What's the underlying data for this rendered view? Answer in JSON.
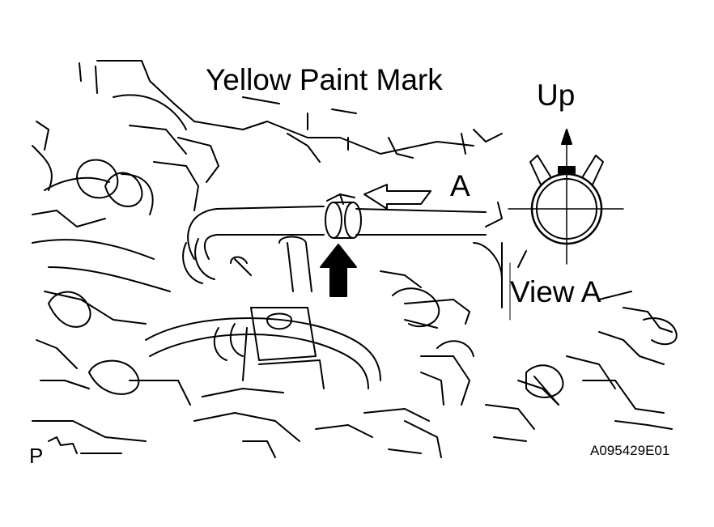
{
  "labels": {
    "paint_mark": "Yellow Paint Mark",
    "up": "Up",
    "arrow_a": "A",
    "view_a": "View A",
    "corner_mark": "P",
    "figure_code": "A095429E01"
  },
  "colors": {
    "ink": "#000000",
    "paper": "#ffffff"
  }
}
